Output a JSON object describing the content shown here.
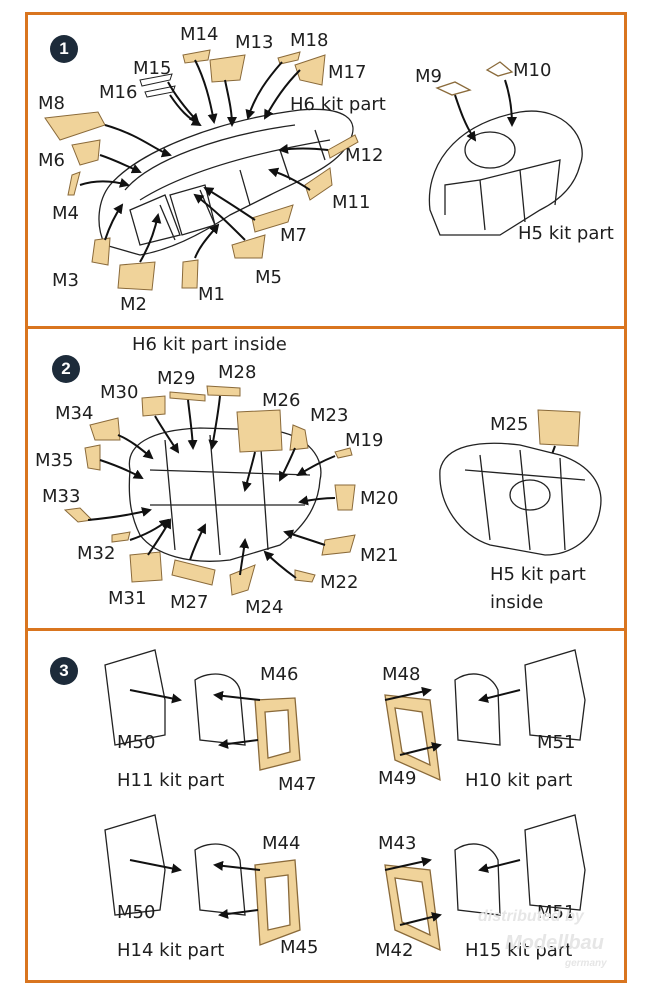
{
  "colors": {
    "frame": "#d9751f",
    "mask": "#f0d39a",
    "mask_stroke": "#8a6a3a",
    "badge": "#1d2b3a"
  },
  "step1": {
    "number": "1",
    "labels": {
      "M14": "M14",
      "M13": "M13",
      "M18": "M18",
      "M15": "M15",
      "M17": "M17",
      "M16": "M16",
      "M8": "M8",
      "H6": "H6 kit part",
      "M12": "M12",
      "M6": "M6",
      "M11": "M11",
      "M4": "M4",
      "M7": "M7",
      "M3": "M3",
      "M5": "M5",
      "M1": "M1",
      "M2": "M2",
      "M9": "M9",
      "M10": "M10",
      "H5": "H5 kit part"
    }
  },
  "step2": {
    "number": "2",
    "labels": {
      "H6in": "H6 kit part inside",
      "M30": "M30",
      "M29": "M29",
      "M28": "M28",
      "M34": "M34",
      "M26": "M26",
      "M23": "M23",
      "M19": "M19",
      "M35": "M35",
      "M20": "M20",
      "M33": "M33",
      "M32": "M32",
      "M21": "M21",
      "M22": "M22",
      "M31": "M31",
      "M27": "M27",
      "M24": "M24",
      "M25": "M25",
      "H5in1": "H5 kit part",
      "H5in2": "inside"
    }
  },
  "step3": {
    "number": "3",
    "labels": {
      "M46": "M46",
      "M48": "M48",
      "M50a": "M50",
      "M51a": "M51",
      "H11": "H11 kit part",
      "M47": "M47",
      "M49": "M49",
      "H10": "H10 kit part",
      "M44": "M44",
      "M43": "M43",
      "M50b": "M50",
      "M51b": "M51",
      "H14": "H14 kit part",
      "M45": "M45",
      "M42": "M42",
      "H15": "H15 kit part"
    }
  },
  "watermark": {
    "line1": "distributed by",
    "line2": "Modellbau",
    "line3": "germany"
  }
}
